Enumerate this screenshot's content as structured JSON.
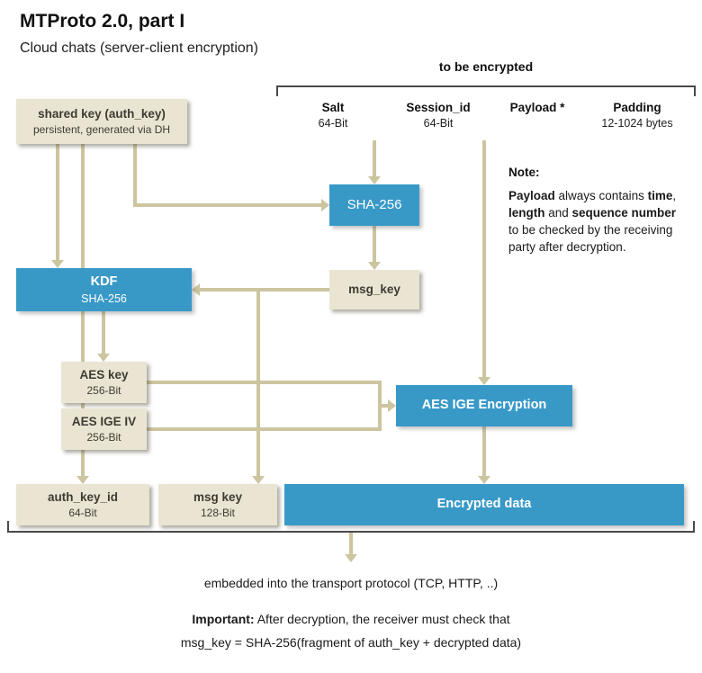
{
  "header": {
    "title": "MTProto 2.0, part I",
    "subtitle": "Cloud chats (server-client encryption)"
  },
  "encrypt_group": {
    "label": "to be encrypted",
    "fields": [
      {
        "name": "Salt",
        "detail": "64-Bit"
      },
      {
        "name": "Session_id",
        "detail": "64-Bit"
      },
      {
        "name": "Payload *",
        "detail": ""
      },
      {
        "name": "Padding",
        "detail": "12-1024 bytes"
      }
    ]
  },
  "boxes": {
    "shared_key": {
      "title": "shared key (auth_key)",
      "subtitle": "persistent, generated via DH"
    },
    "sha256": {
      "title": "SHA-256"
    },
    "kdf": {
      "title": "KDF",
      "subtitle": "SHA-256"
    },
    "msg_key_mid": {
      "title": "msg_key"
    },
    "aes_key": {
      "title": "AES key",
      "subtitle": "256-Bit"
    },
    "aes_ige_iv": {
      "title": "AES IGE IV",
      "subtitle": "256-Bit"
    },
    "aes_ige_encryption": {
      "title": "AES IGE Encryption"
    },
    "auth_key_id": {
      "title": "auth_key_id",
      "subtitle": "64-Bit"
    },
    "msg_key_bottom": {
      "title": "msg key",
      "subtitle": "128-Bit"
    },
    "encrypted_data": {
      "title": "Encrypted data"
    }
  },
  "note": {
    "label": "Note:",
    "l1a": "Payload",
    "l1b": " always contains ",
    "l1c": "time",
    "l1d": ",",
    "l2a": "length",
    "l2b": " and ",
    "l2c": "sequence number",
    "l3": "to be checked by the receiving",
    "l4": "party after decryption."
  },
  "footer": {
    "embedded": "embedded into the transport protocol (TCP, HTTP, ..)",
    "important_label": "Important:",
    "important_text": " After decryption, the receiver must check that",
    "formula": "msg_key = SHA-256(fragment of auth_key + decrypted data)"
  },
  "colors": {
    "blue": "#3899C7",
    "beige": "#EAE5D2",
    "arrow": "#CCC5A0"
  }
}
